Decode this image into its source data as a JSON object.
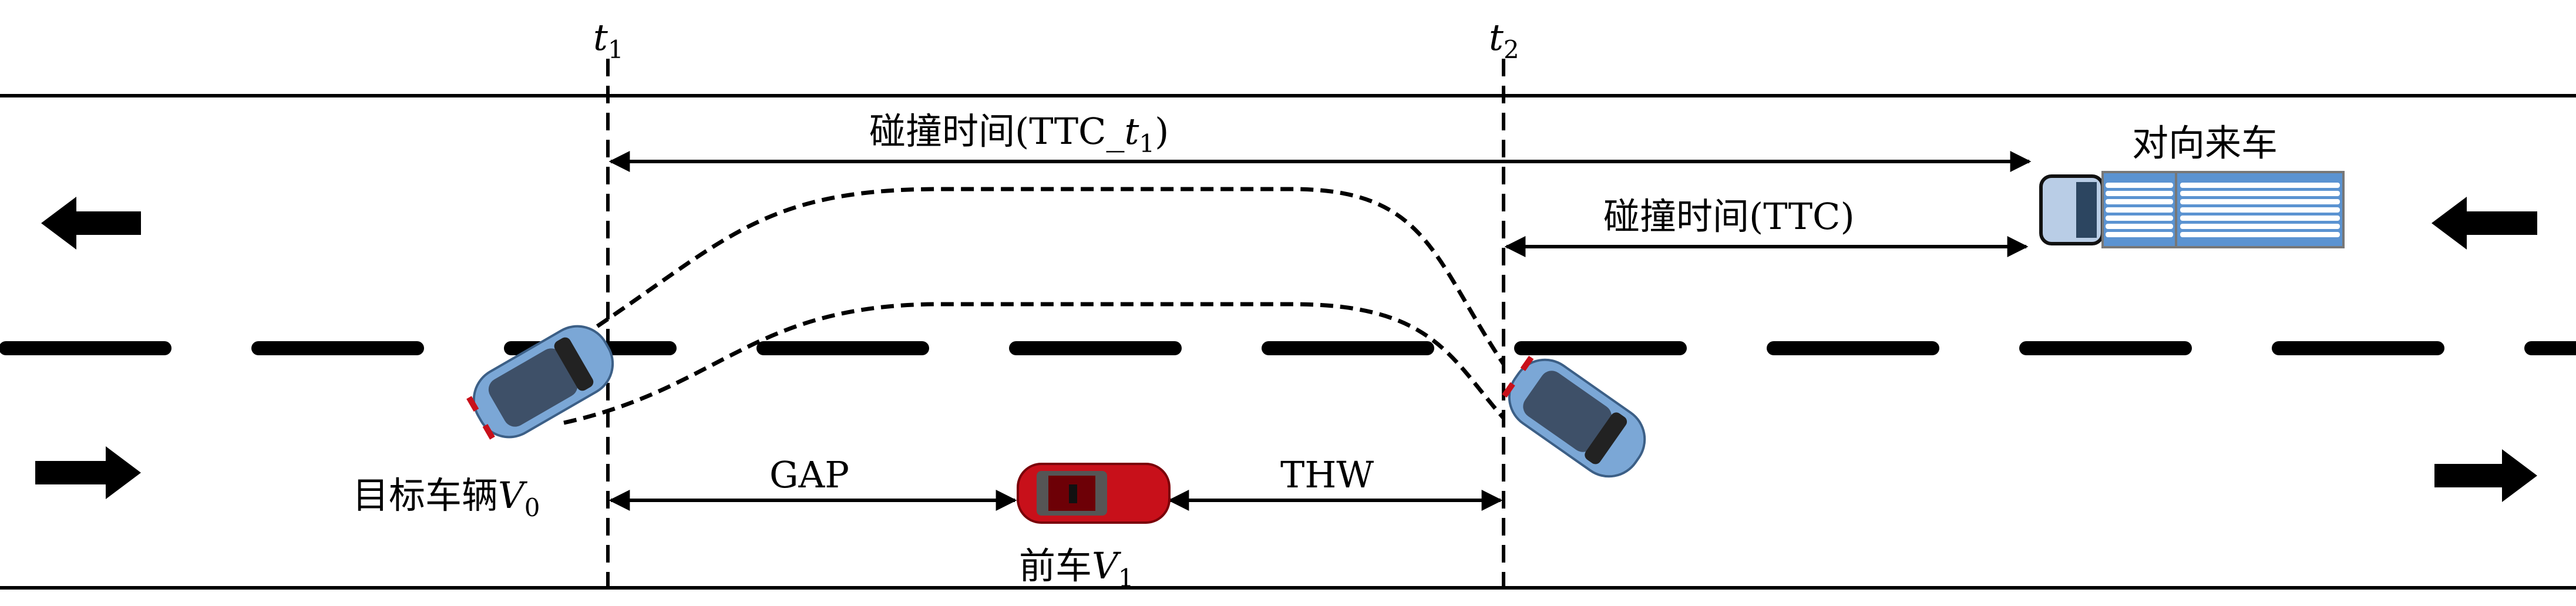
{
  "time_markers": {
    "t1": {
      "var": "t",
      "sub": "1"
    },
    "t2": {
      "var": "t",
      "sub": "2"
    }
  },
  "measures": {
    "ttc_t1": {
      "prefix": "碰撞时间(TTC_",
      "var": "t",
      "sub": "1",
      "suffix": ")"
    },
    "ttc": "碰撞时间(TTC)",
    "gap": "GAP",
    "thw": "THW"
  },
  "vehicles": {
    "target": {
      "label": "目标车辆",
      "var": "V",
      "sub": "0",
      "color": "#7ba7d6"
    },
    "lead": {
      "label": "前车",
      "var": "V",
      "sub": "1",
      "color": "#c8101a"
    },
    "oncoming": {
      "label": "对向来车",
      "color": "#5b93d1"
    }
  }
}
